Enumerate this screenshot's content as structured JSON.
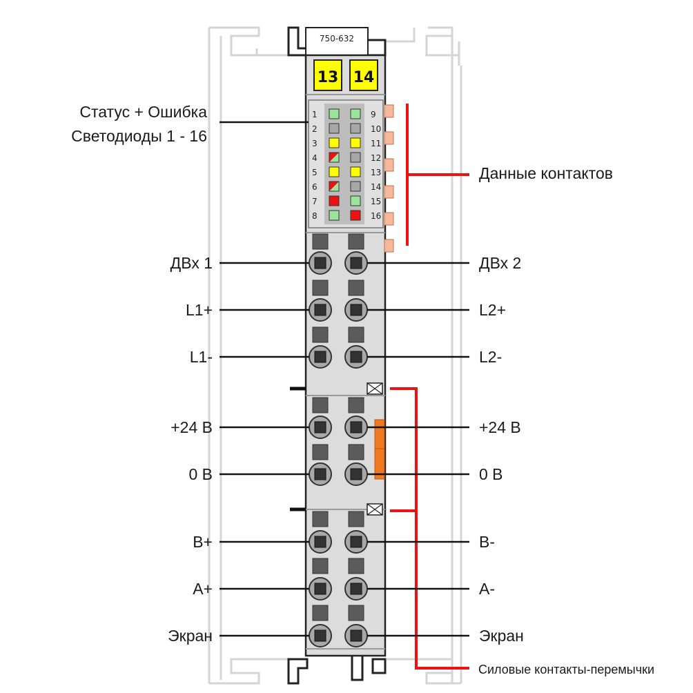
{
  "module": {
    "part_number": "750-632",
    "channel_markers": [
      "13",
      "14"
    ]
  },
  "led_panel": {
    "left_numbers": [
      "1",
      "2",
      "3",
      "4",
      "5",
      "6",
      "7",
      "8"
    ],
    "right_numbers": [
      "9",
      "10",
      "11",
      "12",
      "13",
      "14",
      "15",
      "16"
    ],
    "left_colors": [
      "green",
      "gray",
      "yellow",
      "red-green",
      "yellow",
      "red-green",
      "red",
      "green"
    ],
    "right_colors": [
      "green",
      "gray",
      "yellow",
      "gray",
      "yellow",
      "gray",
      "green",
      "red"
    ]
  },
  "labels": {
    "status_line1": "Статус + Ошибка",
    "status_line2": "Светодиоды 1 - 16",
    "data_contacts": "Данные контактов",
    "power_jumpers": "Силовые контакты-перемычки"
  },
  "terminals_left": [
    "ДВх 1",
    "L1+",
    "L1-",
    "+24 В",
    "0 В",
    "В+",
    "А+",
    "Экран"
  ],
  "terminals_right": [
    "ДВх 2",
    "L2+",
    "L2-",
    "+24 В",
    "0 В",
    "В-",
    "А-",
    "Экран"
  ],
  "colors": {
    "led_green": "#9be59b",
    "led_yellow": "#ffff00",
    "led_red": "#ee1111",
    "led_gray": "#a6a6a6",
    "marker_yellow": "#ffff00",
    "module_body": "#dcdcdc",
    "accent_red": "#ee1111",
    "jumper_orange": "#f07a22",
    "contact_peach": "#f5b89a"
  }
}
